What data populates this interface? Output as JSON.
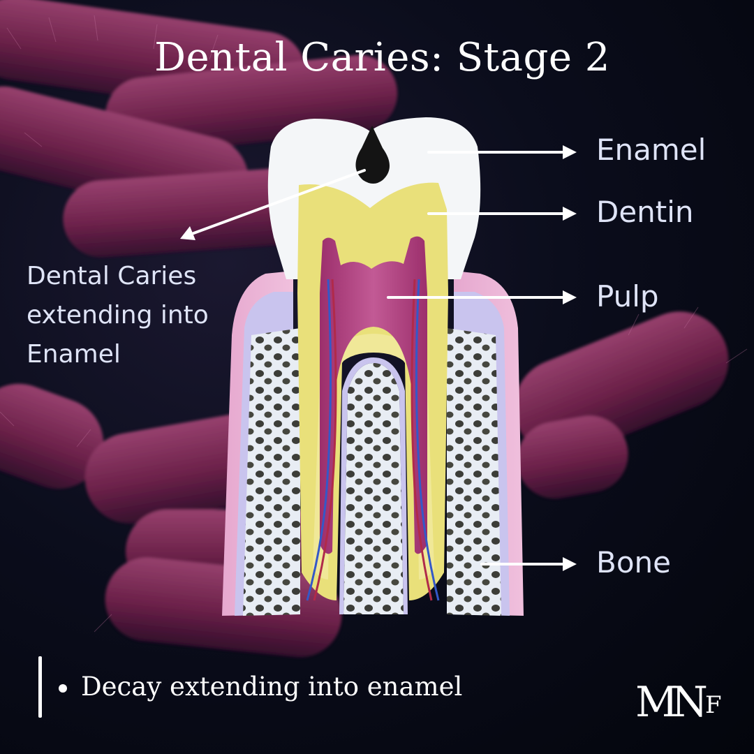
{
  "title": "Dental Caries: Stage 2",
  "labels": {
    "enamel": "Enamel",
    "dentin": "Dentin",
    "pulp": "Pulp",
    "bone": "Bone",
    "caries": "Dental Caries extending into Enamel"
  },
  "bullets": [
    "Decay extending into enamel"
  ],
  "logo": {
    "main": "MN",
    "sup": "F"
  },
  "colors": {
    "enamel": "#f4f6f8",
    "dentin": "#e9e07a",
    "pulp": "#b54a8a",
    "gum": "#e7a9d0",
    "periodontal": "#c9c4ee",
    "bone": "#e8edf4",
    "decay": "#141414",
    "bacteria": "#8c2c5a"
  },
  "icons": [
    "arrow-right-icon",
    "arrow-down-left-icon",
    "bullet-dot-icon"
  ]
}
